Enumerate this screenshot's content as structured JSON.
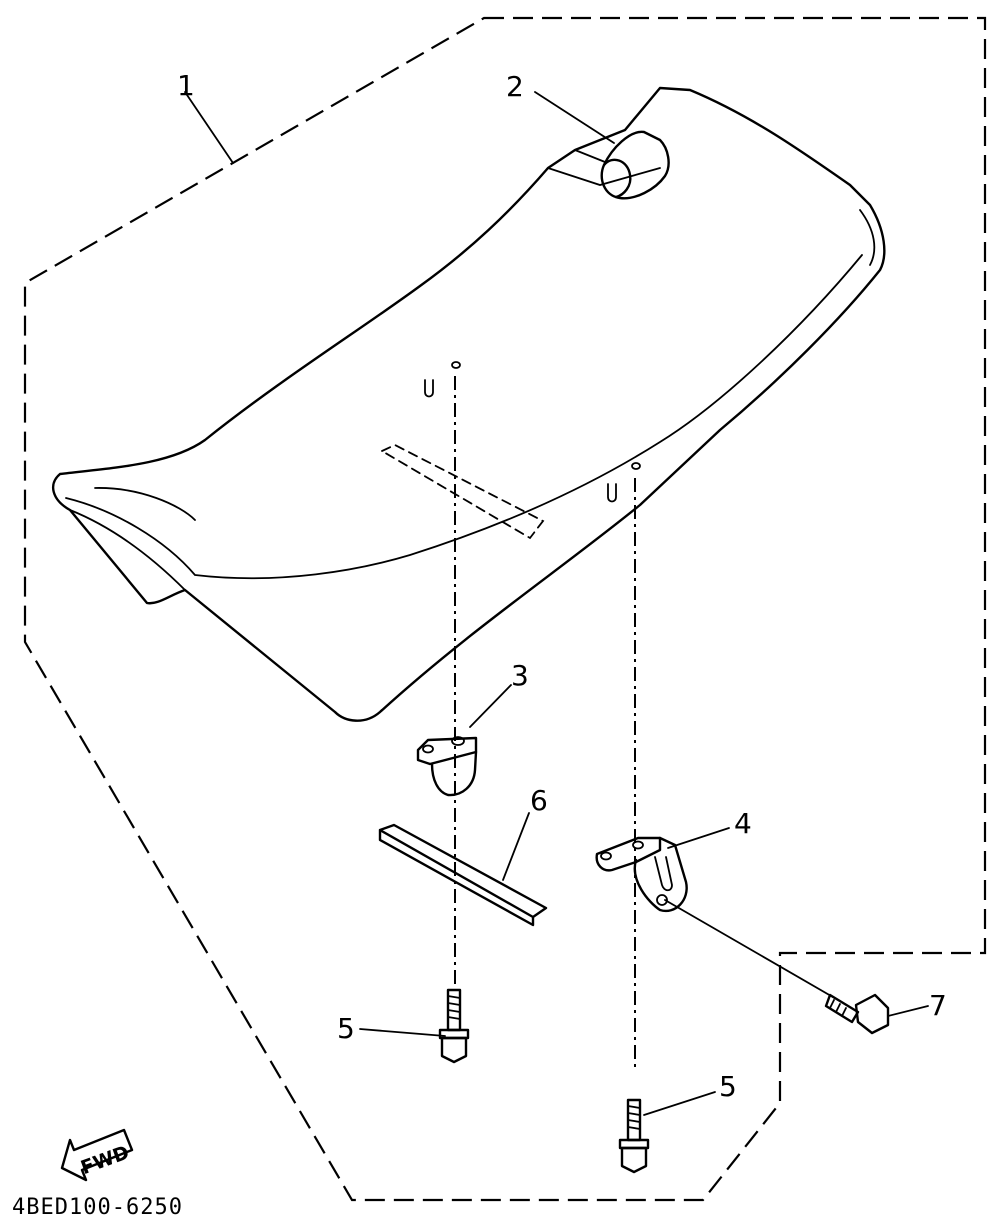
{
  "diagram": {
    "callouts": {
      "c1": "1",
      "c2": "2",
      "c3": "3",
      "c4": "4",
      "c5a": "5",
      "c5b": "5",
      "c6": "6",
      "c7": "7"
    },
    "fwd_label": "FWD",
    "drawing_code": "4BED100-6250"
  }
}
